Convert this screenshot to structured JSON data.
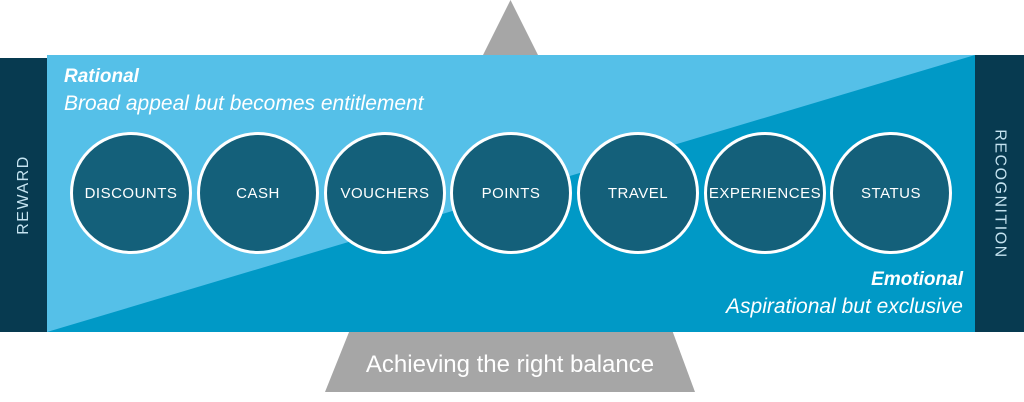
{
  "diagram_title": "Achieving the right balance",
  "axes": {
    "left_label": "REWARD",
    "right_label": "RECOGNITION"
  },
  "rational": {
    "title": "Rational",
    "subtitle": "Broad appeal but becomes entitlement"
  },
  "emotional": {
    "title": "Emotional",
    "subtitle": "Aspirational but exclusive"
  },
  "bottom_banner": {
    "label": "Achieving the right balance"
  },
  "circles": [
    {
      "label": "DISCOUNTS"
    },
    {
      "label": "CASH"
    },
    {
      "label": "VOUCHERS"
    },
    {
      "label": "POINTS"
    },
    {
      "label": "TRAVEL"
    },
    {
      "label": "EXPERIENCES"
    },
    {
      "label": "STATUS"
    }
  ],
  "colors": {
    "band_light": "#55C0E8",
    "band_dark": "#0099C6",
    "circle_fill": "#14607A",
    "side_bar": "#073A50",
    "side_bar_text": "#C5E3F0",
    "banner_gray": "#A6A6A6",
    "text_white": "#FFFFFF"
  }
}
